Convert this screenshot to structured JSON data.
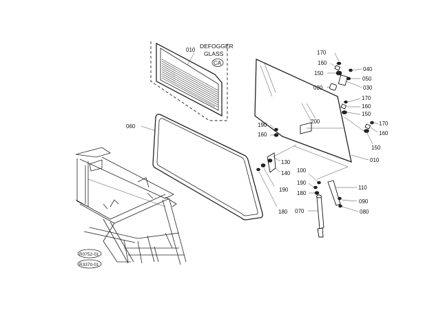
{
  "inset": {
    "title_line1": "DEFOGGER",
    "title_line2": "GLASS",
    "badge": "CA",
    "part_no": "010"
  },
  "callouts": {
    "c170a": "170",
    "c160a": "160",
    "c150a": "150",
    "c040": "040",
    "c050": "050",
    "c030": "030",
    "c020": "020",
    "c170b": "170",
    "c160b": "160",
    "c150b": "150",
    "c170c": "170",
    "c160c": "160",
    "c150c": "150",
    "c010": "010",
    "c060": "060",
    "c190a": "190",
    "c160d": "160",
    "c200": "200",
    "c130": "130",
    "c140": "140",
    "c190b": "190",
    "c180a": "180",
    "c100": "100",
    "c190c": "190",
    "c180b": "180",
    "c110": "110",
    "c090": "090",
    "c080": "080",
    "c070": "070"
  },
  "stamps": {
    "top": "R0752-01",
    "bottom": "R3370-01"
  }
}
